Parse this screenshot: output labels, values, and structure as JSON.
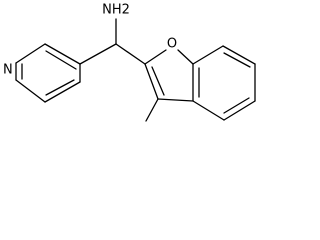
{
  "structure": {
    "atom_labels": {
      "amine": "NH2",
      "pyridine_nitrogen": "N",
      "furan_oxygen": "O"
    },
    "bond_color": "#000000",
    "background": "#ffffff"
  }
}
